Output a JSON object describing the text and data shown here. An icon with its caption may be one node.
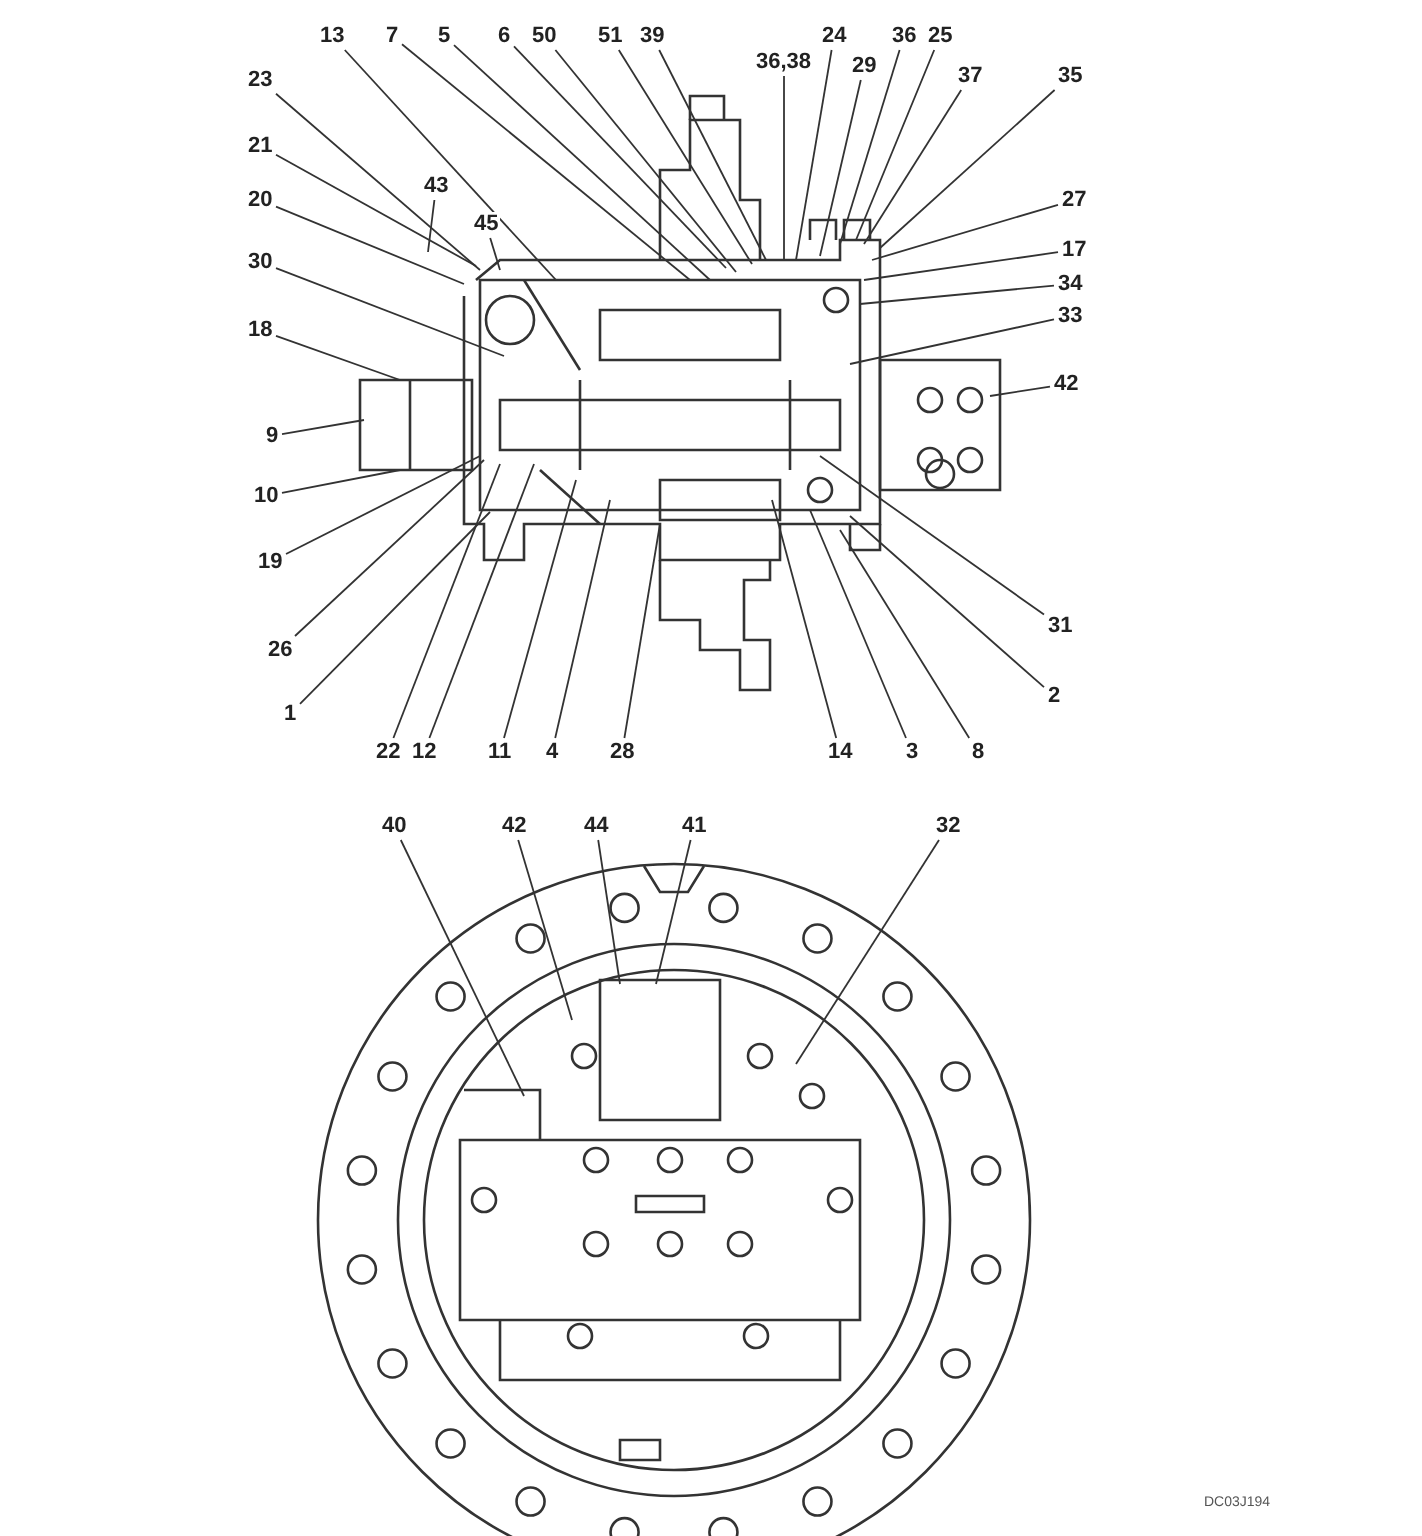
{
  "diagram": {
    "nodes": [
      {
        "text": [
          "13"
        ]
      },
      {
        "text": [
          "7"
        ]
      },
      {
        "text": [
          "5"
        ]
      },
      {
        "text": [
          "6"
        ]
      },
      {
        "text": [
          "50"
        ]
      },
      {
        "text": [
          "51"
        ]
      },
      {
        "text": [
          "39"
        ]
      },
      {
        "text": [
          "36,38"
        ]
      },
      {
        "text": [
          "24"
        ]
      },
      {
        "text": [
          "29"
        ]
      },
      {
        "text": [
          "36"
        ]
      },
      {
        "text": [
          "25"
        ]
      },
      {
        "text": [
          "37"
        ]
      },
      {
        "text": [
          "35"
        ]
      },
      {
        "text": [
          "23"
        ]
      },
      {
        "text": [
          "21"
        ]
      },
      {
        "text": [
          "43"
        ]
      },
      {
        "text": [
          "45"
        ]
      },
      {
        "text": [
          "20"
        ]
      },
      {
        "text": [
          "27"
        ]
      },
      {
        "text": [
          "17"
        ]
      },
      {
        "text": [
          "30"
        ]
      },
      {
        "text": [
          "34"
        ]
      },
      {
        "text": [
          "33"
        ]
      },
      {
        "text": [
          "18"
        ]
      },
      {
        "text": [
          "42"
        ]
      },
      {
        "text": [
          "9"
        ]
      },
      {
        "text": [
          "10"
        ]
      },
      {
        "text": [
          "19"
        ]
      },
      {
        "text": [
          "31"
        ]
      },
      {
        "text": [
          "26"
        ]
      },
      {
        "text": [
          "2"
        ]
      },
      {
        "text": [
          "1"
        ]
      },
      {
        "text": [
          "22"
        ]
      },
      {
        "text": [
          "12"
        ]
      },
      {
        "text": [
          "11"
        ]
      },
      {
        "text": [
          "4"
        ]
      },
      {
        "text": [
          "28"
        ]
      },
      {
        "text": [
          "14"
        ]
      },
      {
        "text": [
          "3"
        ]
      },
      {
        "text": [
          "8"
        ]
      },
      {
        "text": [
          "40"
        ]
      },
      {
        "text": [
          "42"
        ]
      },
      {
        "text": [
          "44"
        ]
      },
      {
        "text": [
          "41"
        ]
      },
      {
        "text": [
          "32"
        ]
      }
    ],
    "edges": [
      {
        "from": 0,
        "to": null,
        "arrow": "none"
      },
      {
        "from": 1,
        "to": null,
        "arrow": "none"
      },
      {
        "from": 2,
        "to": null,
        "arrow": "none"
      },
      {
        "from": 3,
        "to": null,
        "arrow": "none"
      },
      {
        "from": 4,
        "to": null,
        "arrow": "none"
      },
      {
        "from": 5,
        "to": null,
        "arrow": "none"
      },
      {
        "from": 6,
        "to": null,
        "arrow": "none"
      },
      {
        "from": 7,
        "to": null,
        "arrow": "none"
      },
      {
        "from": 8,
        "to": null,
        "arrow": "none"
      },
      {
        "from": 9,
        "to": null,
        "arrow": "none"
      },
      {
        "from": 10,
        "to": null,
        "arrow": "none"
      },
      {
        "from": 11,
        "to": null,
        "arrow": "none"
      },
      {
        "from": 12,
        "to": null,
        "arrow": "none"
      },
      {
        "from": 13,
        "to": null,
        "arrow": "none"
      },
      {
        "from": 14,
        "to": null,
        "arrow": "none"
      },
      {
        "from": 15,
        "to": null,
        "arrow": "none"
      },
      {
        "from": 16,
        "to": null,
        "arrow": "none"
      },
      {
        "from": 17,
        "to": null,
        "arrow": "none"
      },
      {
        "from": 18,
        "to": null,
        "arrow": "none"
      },
      {
        "from": 19,
        "to": null,
        "arrow": "none"
      },
      {
        "from": 20,
        "to": null,
        "arrow": "none"
      },
      {
        "from": 21,
        "to": null,
        "arrow": "none"
      },
      {
        "from": 22,
        "to": null,
        "arrow": "none"
      },
      {
        "from": 23,
        "to": null,
        "arrow": "none"
      },
      {
        "from": 24,
        "to": null,
        "arrow": "none"
      },
      {
        "from": 25,
        "to": null,
        "arrow": "none"
      },
      {
        "from": 26,
        "to": null,
        "arrow": "none"
      },
      {
        "from": 27,
        "to": null,
        "arrow": "none"
      },
      {
        "from": 28,
        "to": null,
        "arrow": "none"
      },
      {
        "from": 29,
        "to": null,
        "arrow": "none"
      },
      {
        "from": 30,
        "to": null,
        "arrow": "none"
      },
      {
        "from": 31,
        "to": null,
        "arrow": "none"
      },
      {
        "from": 32,
        "to": null,
        "arrow": "none"
      },
      {
        "from": 33,
        "to": null,
        "arrow": "none"
      },
      {
        "from": 34,
        "to": null,
        "arrow": "none"
      },
      {
        "from": 35,
        "to": null,
        "arrow": "none"
      },
      {
        "from": 36,
        "to": null,
        "arrow": "none"
      },
      {
        "from": 37,
        "to": null,
        "arrow": "none"
      },
      {
        "from": 38,
        "to": null,
        "arrow": "none"
      },
      {
        "from": 39,
        "to": null,
        "arrow": "none"
      },
      {
        "from": 40,
        "to": null,
        "arrow": "none"
      },
      {
        "from": 41,
        "to": null,
        "arrow": "none"
      },
      {
        "from": 42,
        "to": null,
        "arrow": "none"
      },
      {
        "from": 43,
        "to": null,
        "arrow": "none"
      },
      {
        "from": 44,
        "to": null,
        "arrow": "none"
      },
      {
        "from": 45,
        "to": null,
        "arrow": "none"
      }
    ],
    "labels": [
      "DC03J194"
    ]
  }
}
